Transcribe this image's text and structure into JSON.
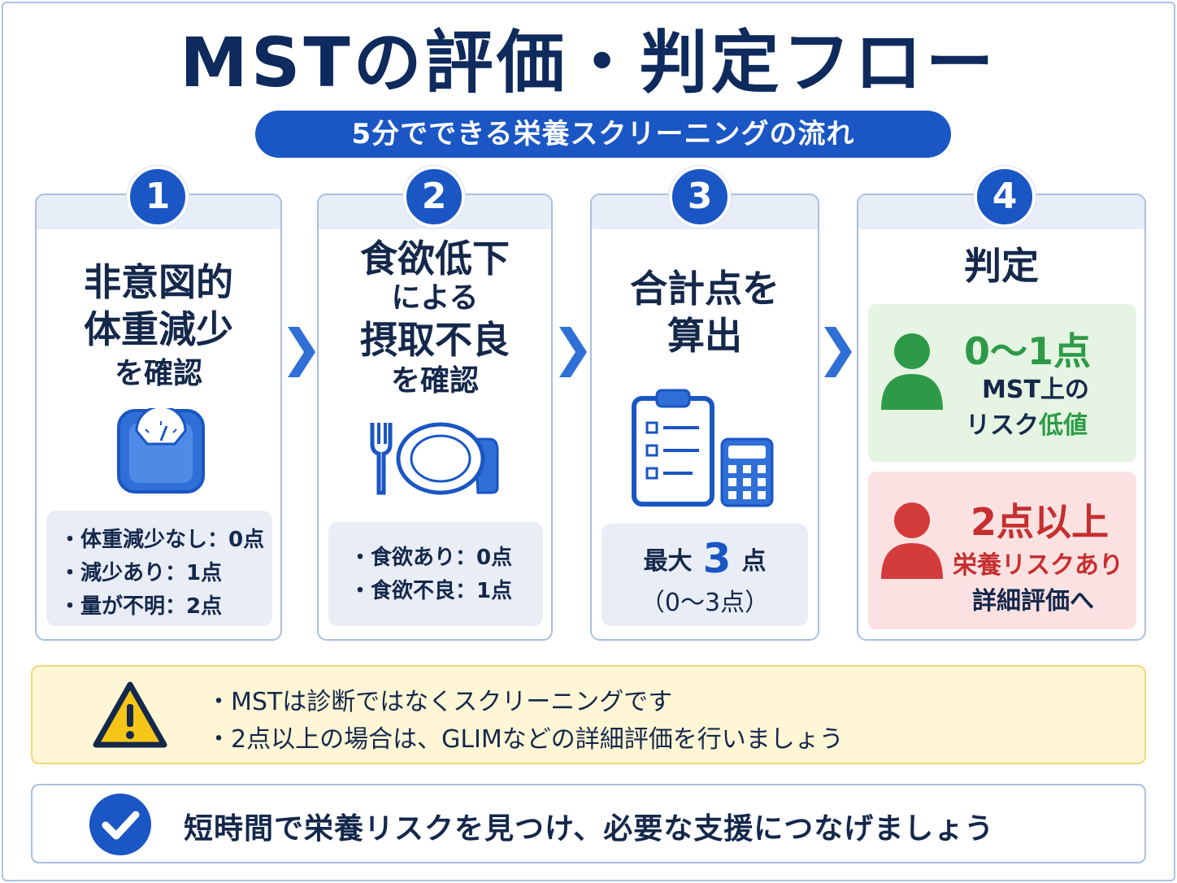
{
  "title": "MSTの評価・判定フロー",
  "subtitle": "5分でできる栄養スクリーニングの流れ",
  "steps": [
    {
      "number": "1",
      "heading": [
        "非意図的",
        "体重減少",
        "を確認"
      ],
      "icon": "scale-icon",
      "items": [
        "・体重減少なし：0点",
        "・減少あり：1点",
        "・量が不明：2点"
      ]
    },
    {
      "number": "2",
      "heading": [
        "食欲低下",
        "による",
        "摂取不良",
        "を確認"
      ],
      "icon": "fork-plate-icon",
      "items": [
        "・食欲あり：0点",
        "・食欲不良：1点"
      ]
    },
    {
      "number": "3",
      "heading": [
        "合計点を",
        "算出"
      ],
      "icon": "clipboard-calculator-icon",
      "max_prefix": "最大",
      "max_value": "3",
      "max_suffix": "点",
      "range": "（0～3点）"
    },
    {
      "number": "4",
      "heading": [
        "判定"
      ],
      "low": {
        "score": "0～1点",
        "line1": "MST上の",
        "line2a": "リスク",
        "line2b": "低値"
      },
      "high": {
        "score": "2点以上",
        "line1": "栄養リスクあり",
        "line2": "詳細評価へ"
      }
    }
  ],
  "warning": {
    "icon": "warning-icon",
    "lines": [
      "・MSTは診断ではなくスクリーニングです",
      "・2点以上の場合は、GLIMなどの詳細評価を行いましょう"
    ]
  },
  "footer": {
    "icon": "check-circle-icon",
    "text": "短時間で栄養リスクを見つけ、必要な支援につなげましょう"
  },
  "colors": {
    "primary": "#1a56c4",
    "navy": "#0f2a5c",
    "low_risk": "#2e9a47",
    "high_risk": "#d43c3c"
  }
}
